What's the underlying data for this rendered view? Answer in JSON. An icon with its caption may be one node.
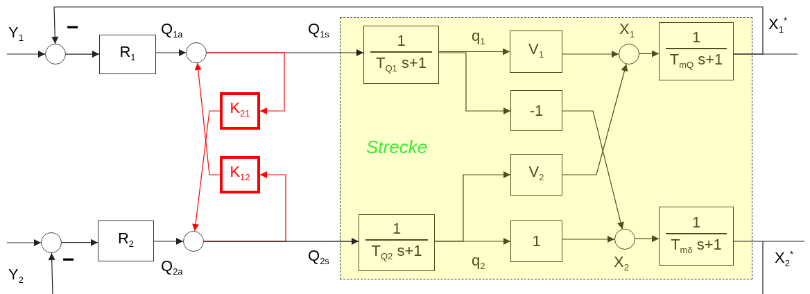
{
  "diagram": {
    "nodes": [
      {
        "text": [
          "Strecke"
        ]
      },
      {
        "text": [],
        "shape": "circle"
      },
      {
        "text": [
          "R$_{1}$"
        ]
      },
      {
        "text": [],
        "shape": "circle"
      },
      {
        "text": [
          "K$_{21}$"
        ]
      },
      {
        "text": [
          "K$_{12}$"
        ]
      },
      {
        "text": [],
        "shape": "circle"
      },
      {
        "text": [
          "R$_{2}$"
        ]
      },
      {
        "text": [],
        "shape": "circle"
      },
      {
        "text": [
          "1",
          "T$_{Q1}$ s+1"
        ],
        "in": 0
      },
      {
        "text": [
          "V$_{1}$"
        ],
        "in": 0
      },
      {
        "text": [
          "-1"
        ],
        "in": 0
      },
      {
        "text": [
          "V$_{2}$"
        ],
        "in": 0
      },
      {
        "text": [
          "1",
          "T$_{Q2}$ s+1"
        ],
        "in": 0
      },
      {
        "text": [
          "1"
        ],
        "in": 0
      },
      {
        "text": [],
        "shape": "circle",
        "in": 0
      },
      {
        "text": [],
        "shape": "circle",
        "in": 0
      },
      {
        "text": [
          "1",
          "T$_{mQ}$ s+1"
        ],
        "in": 0
      },
      {
        "text": [
          "1",
          "T$_{mδ}$ s+1"
        ],
        "in": 0
      }
    ],
    "edges": [
      {
        "from": null,
        "to": 1,
        "arrow": "to"
      },
      {
        "from": 1,
        "to": 2,
        "arrow": "to"
      },
      {
        "from": 2,
        "to": 3,
        "arrow": "to"
      },
      {
        "from": 3,
        "to": 9,
        "arrow": "to"
      },
      {
        "from": 9,
        "to": 10,
        "arrow": "to",
        "color": "#4d4d1f"
      },
      {
        "from": 9,
        "to": 11,
        "arrow": "to",
        "color": "#4d4d1f"
      },
      {
        "from": 10,
        "to": 15,
        "arrow": "to",
        "color": "#4d4d1f"
      },
      {
        "from": 11,
        "to": 16,
        "arrow": "to",
        "color": "#4d4d1f"
      },
      {
        "from": 12,
        "to": 15,
        "arrow": "to",
        "color": "#4d4d1f"
      },
      {
        "from": 15,
        "to": 17,
        "arrow": "to",
        "color": "#4d4d1f"
      },
      {
        "from": 17,
        "to": 1,
        "arrow": "to"
      },
      {
        "from": 17,
        "to": null,
        "arrow": "none"
      },
      {
        "from": 3,
        "to": 4,
        "arrow": "to",
        "color": "#ff0000"
      },
      {
        "from": 4,
        "to": 8,
        "arrow": "to",
        "color": "#ff0000"
      },
      {
        "from": 5,
        "to": 3,
        "arrow": "to",
        "color": "#ff0000"
      },
      {
        "from": 8,
        "to": 5,
        "arrow": "to",
        "color": "#ff0000"
      },
      {
        "from": null,
        "to": 6,
        "arrow": "to"
      },
      {
        "from": 6,
        "to": 7,
        "arrow": "to"
      },
      {
        "from": 7,
        "to": 8,
        "arrow": "to"
      },
      {
        "from": 8,
        "to": 13,
        "arrow": "to"
      },
      {
        "from": 13,
        "to": 12,
        "arrow": "to",
        "color": "#4d4d1f"
      },
      {
        "from": 13,
        "to": 14,
        "arrow": "to",
        "color": "#4d4d1f"
      },
      {
        "from": 14,
        "to": 16,
        "arrow": "to",
        "color": "#4d4d1f"
      },
      {
        "from": 16,
        "to": 18,
        "arrow": "to",
        "color": "#4d4d1f"
      },
      {
        "from": 18,
        "to": null,
        "arrow": "none"
      },
      {
        "from": null,
        "to": 6,
        "arrow": "to"
      }
    ],
    "labels": [
      "Y$_{1}$",
      "−",
      "Q$_{1a}$",
      "Q$_{1s}$",
      "q$_{1}$",
      "X$_{1}$",
      "X$_{1}$$^{*}$",
      "Y$_{2}$",
      "−",
      "Q$_{2a}$",
      "Q$_{2s}$",
      "q$_{2}$",
      "X$_{2}$",
      "X$_{2}$$^{*}$"
    ]
  }
}
